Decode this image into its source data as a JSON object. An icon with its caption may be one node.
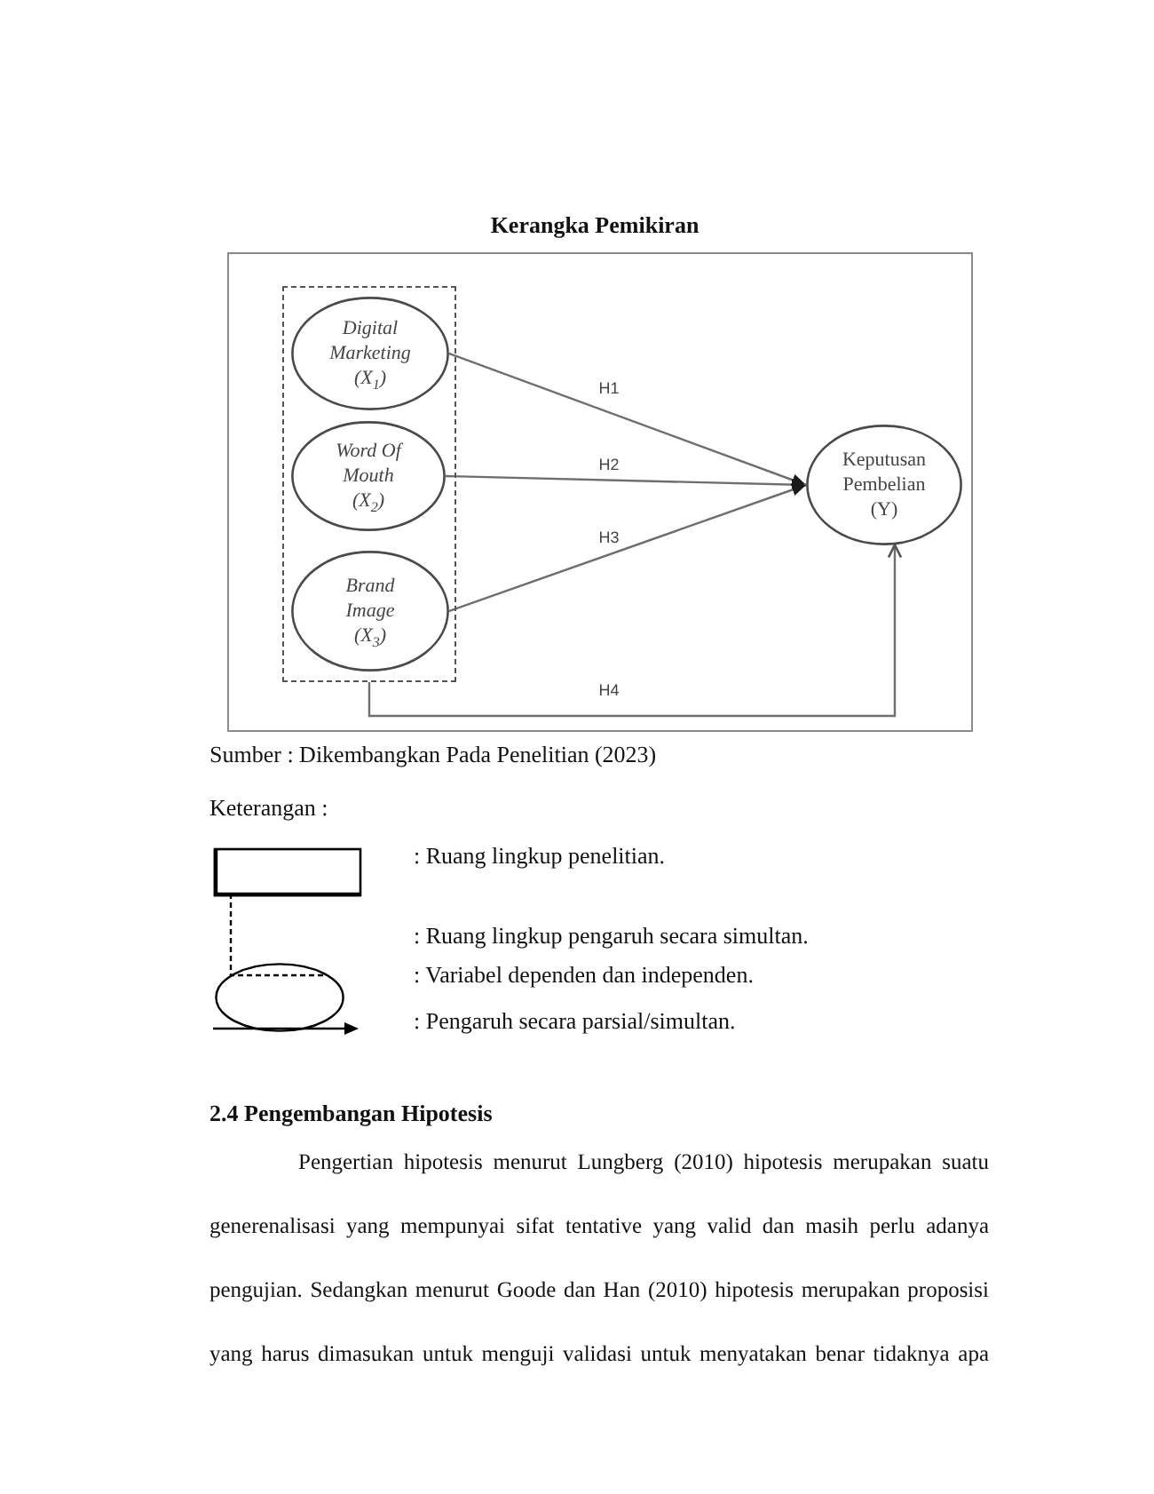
{
  "diagram": {
    "title": "Kerangka Pemikiran",
    "caption": "Sumber : Dikembangkan Pada Penelitian (2023)",
    "nodes": [
      {
        "text": [],
        "shape": "box"
      },
      {
        "text": [
          "Digital Marketing (X$_{1}$)"
        ],
        "in": 0
      },
      {
        "text": [
          "Word Of Mouth (X$_{2}$)"
        ],
        "in": 0
      },
      {
        "text": [
          "Brand Image (X$_{3}$)"
        ],
        "in": 0
      },
      {
        "text": [
          "Keputusan Pembelian (Y)"
        ]
      }
    ],
    "edges": [
      {
        "from": 1,
        "to": 4,
        "arrow": "to",
        "label": "H1"
      },
      {
        "from": 2,
        "to": 4,
        "arrow": "to",
        "label": "H2"
      },
      {
        "from": 3,
        "to": 4,
        "arrow": "to",
        "label": "H3"
      },
      {
        "from": 0,
        "to": 4,
        "arrow": "to",
        "label": "H4"
      }
    ],
    "labels": [
      "Keterangan :",
      "2.4 Pengembangan Hipotesis",
      "Pengertian hipotesis menurut Lungberg (2010) hipotesis merupakan suatu generenalisasi yang mempunyai sifat tentative yang valid dan masih perlu adanya pengujian. Sedangkan menurut Goode dan Han (2010) hipotesis merupakan proposisi yang harus dimasukan untuk menguji validasi untuk menyatakan benar tidaknya apa"
    ],
    "legend": [
      {
        "text": ": Ruang lingkup penelitian."
      },
      {
        "text": ": Ruang lingkup pengaruh secara simultan."
      },
      {
        "text": ": Variabel dependen dan independen."
      },
      {
        "text": ": Pengaruh secara parsial/simultan."
      }
    ]
  }
}
